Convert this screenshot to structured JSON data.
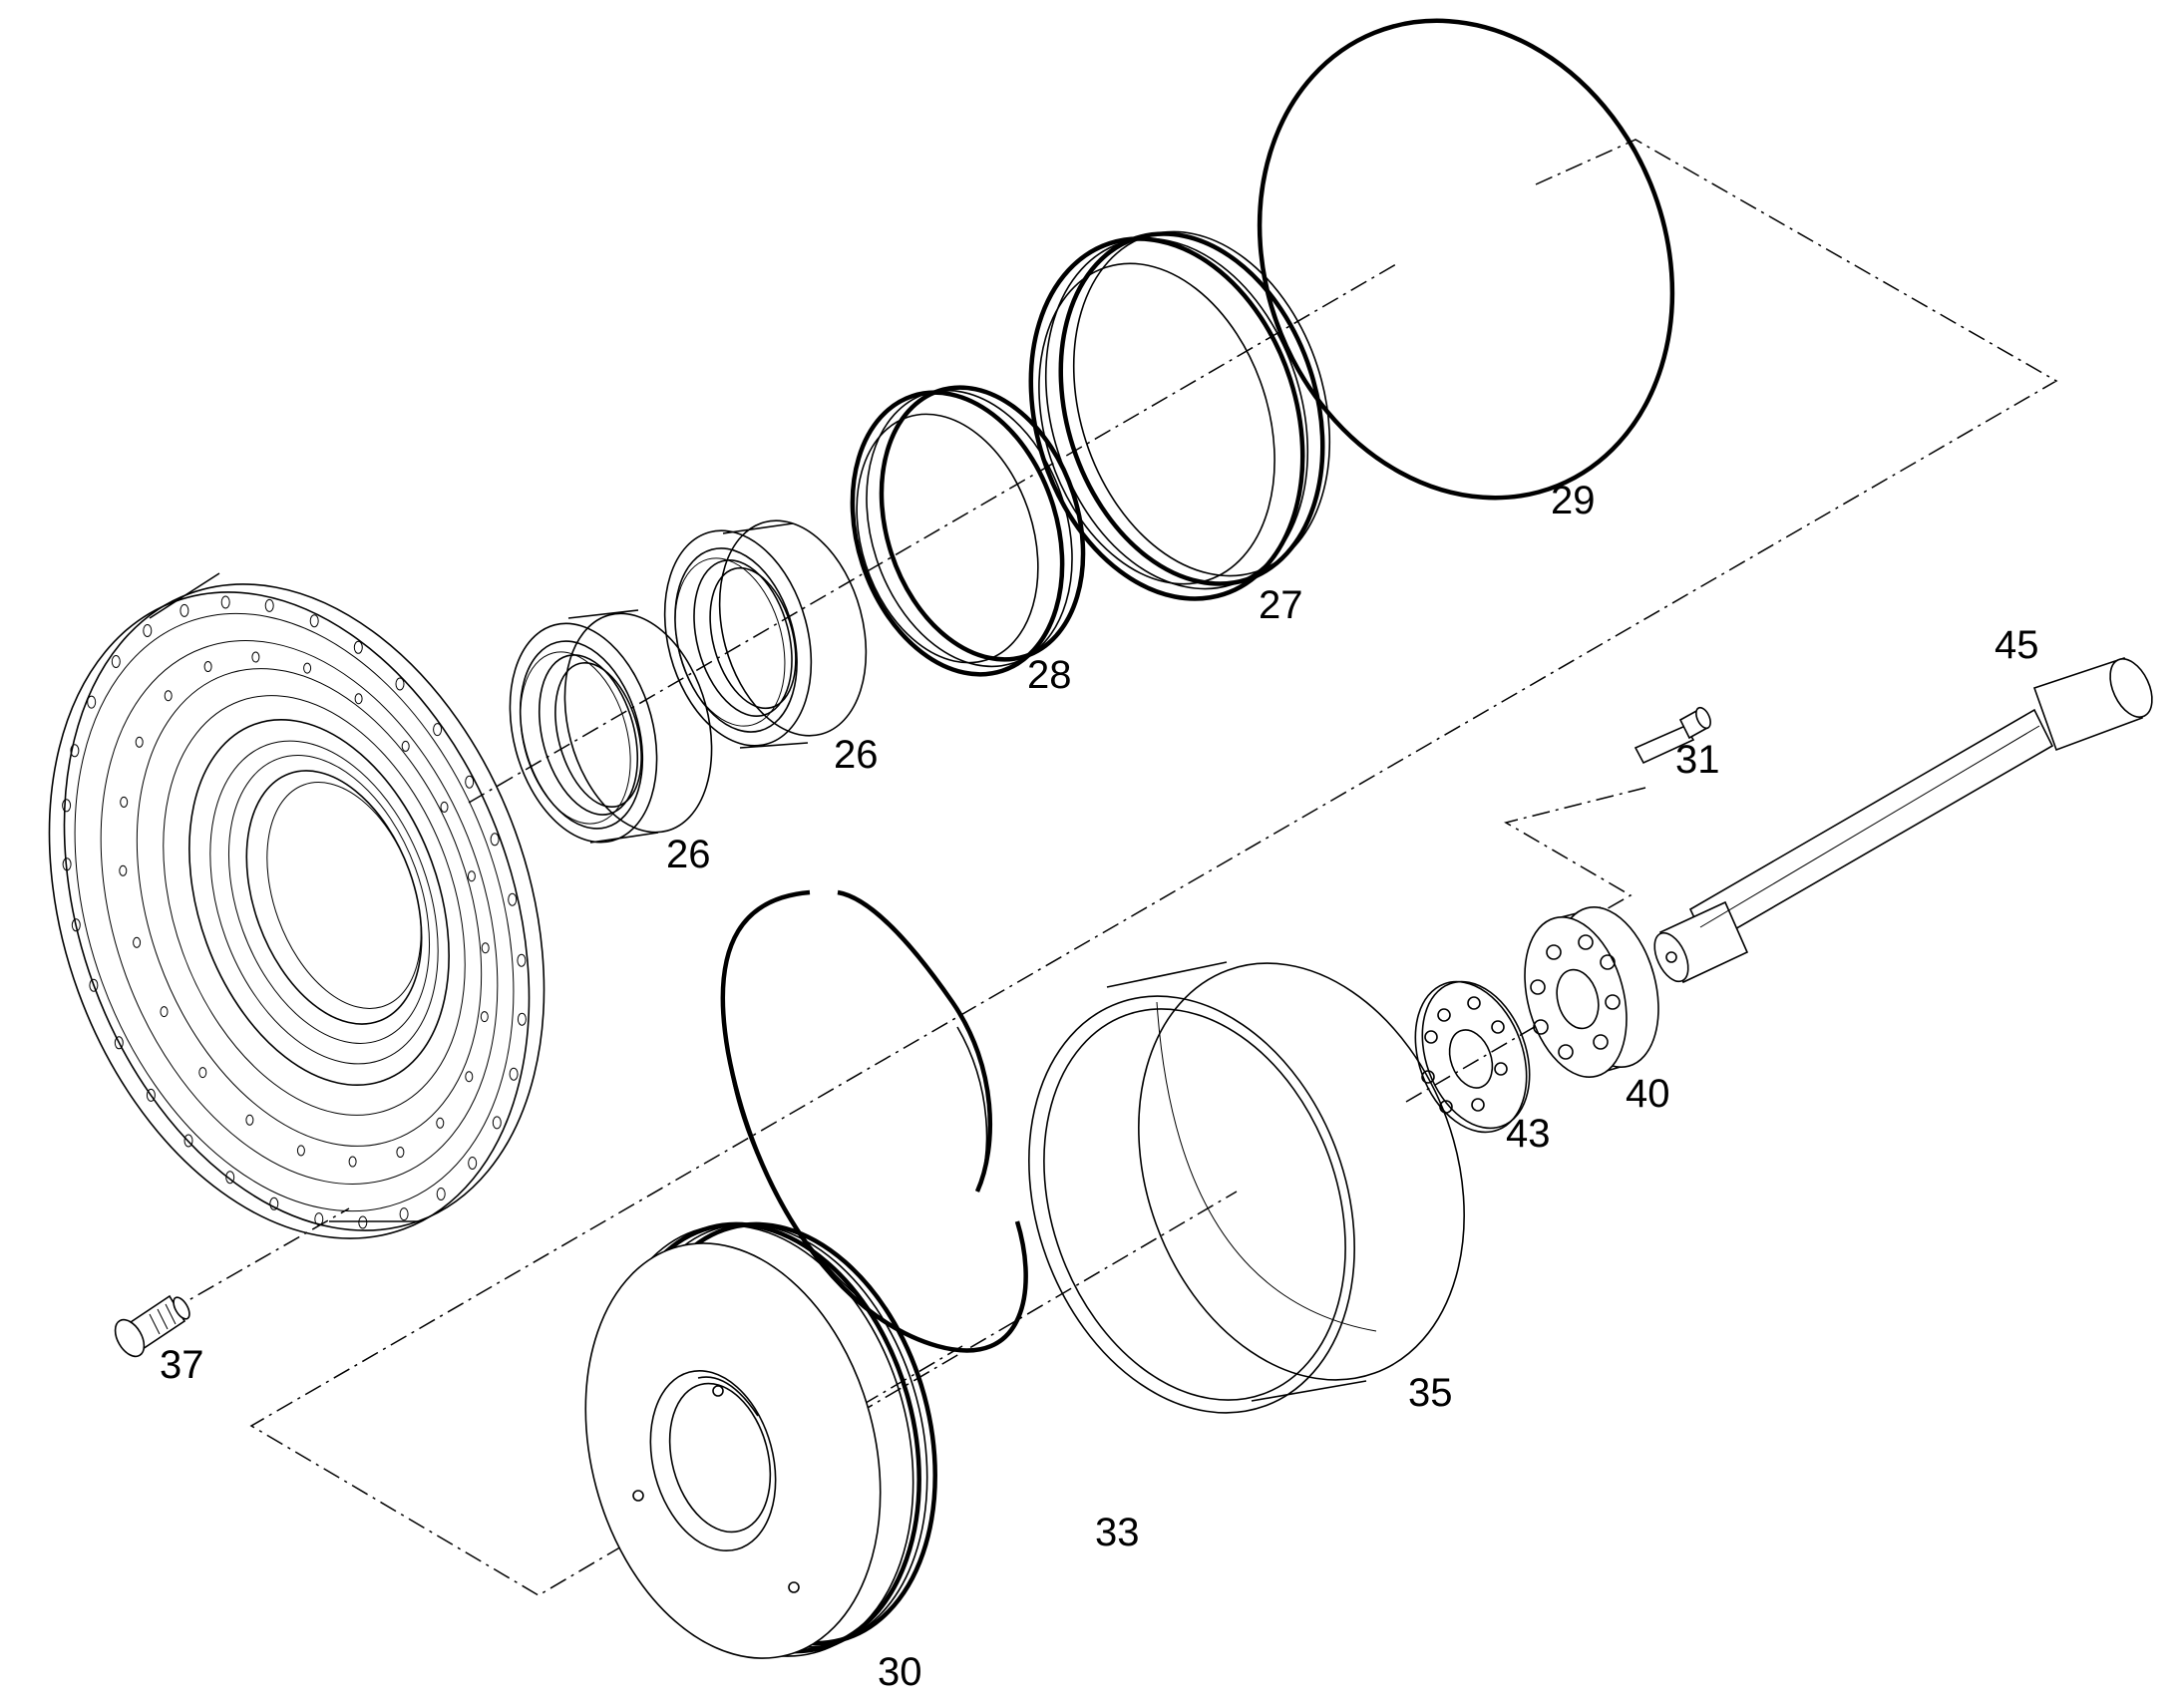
{
  "diagram": {
    "labels": [
      {
        "id": "p29",
        "text": "29"
      },
      {
        "id": "p27",
        "text": "27"
      },
      {
        "id": "p28",
        "text": "28"
      },
      {
        "id": "p26a",
        "text": "26"
      },
      {
        "id": "p26b",
        "text": "26"
      },
      {
        "id": "p45",
        "text": "45"
      },
      {
        "id": "p31",
        "text": "31"
      },
      {
        "id": "p40",
        "text": "40"
      },
      {
        "id": "p43",
        "text": "43"
      },
      {
        "id": "p35",
        "text": "35"
      },
      {
        "id": "p37",
        "text": "37"
      },
      {
        "id": "p33",
        "text": "33"
      },
      {
        "id": "p30",
        "text": "30"
      }
    ]
  }
}
